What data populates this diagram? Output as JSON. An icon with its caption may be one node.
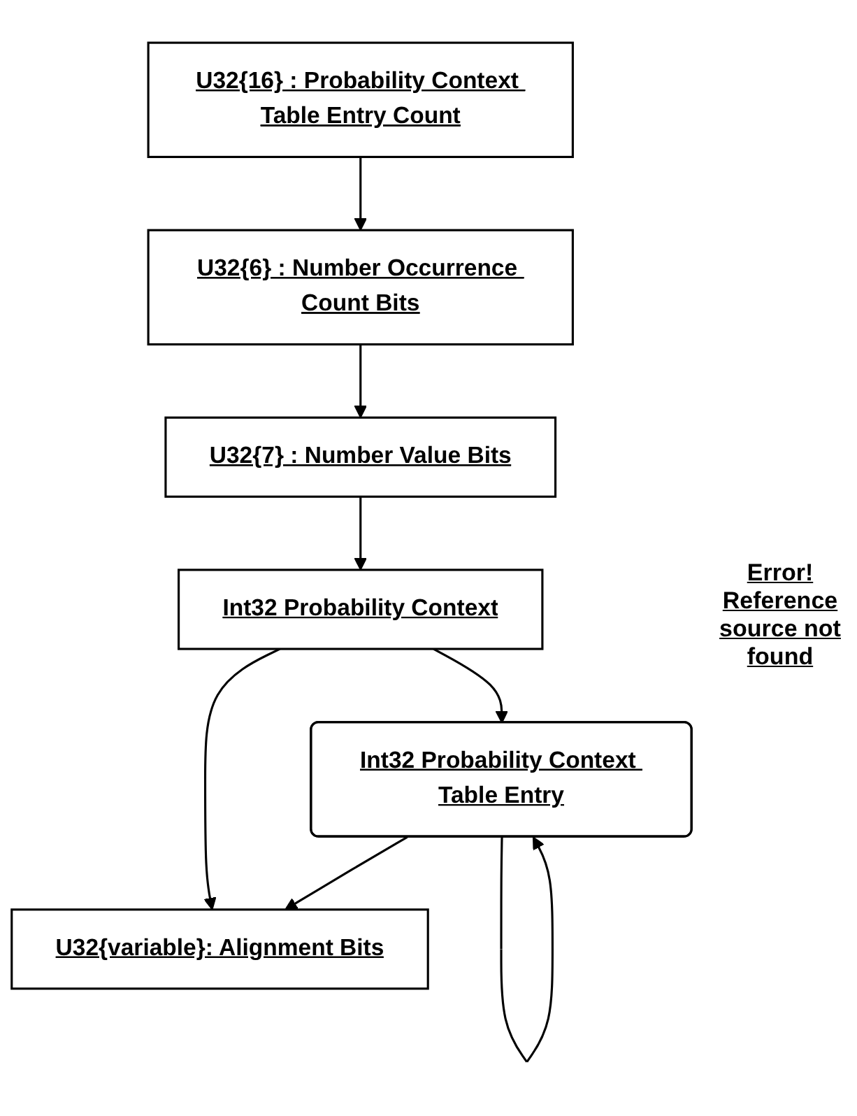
{
  "diagram": {
    "nodes": [
      {
        "text": [
          "U32{16} : Probability Context Table Entry Count"
        ]
      },
      {
        "text": [
          "U32{6} : Number Occurrence Count Bits"
        ]
      },
      {
        "text": [
          "U32{7} : Number Value Bits"
        ]
      },
      {
        "text": [
          "Int32 Probability Context"
        ]
      },
      {
        "text": [
          "Int32 Probability Context Table Entry"
        ]
      },
      {
        "text": [
          "U32{variable}: Alignment Bits"
        ]
      }
    ],
    "edges": [
      {
        "from": 0,
        "to": 1,
        "arrow": "to"
      },
      {
        "from": 1,
        "to": 2,
        "arrow": "to"
      },
      {
        "from": 2,
        "to": 3,
        "arrow": "to"
      },
      {
        "from": 3,
        "to": 5,
        "arrow": "to"
      },
      {
        "from": 4,
        "to": 5,
        "arrow": "to"
      },
      {
        "from": 3,
        "to": 4,
        "arrow": "to"
      },
      {
        "from": 4,
        "to": 4,
        "arrow": "to"
      }
    ],
    "labels": [
      "Error! Reference source not found"
    ]
  }
}
